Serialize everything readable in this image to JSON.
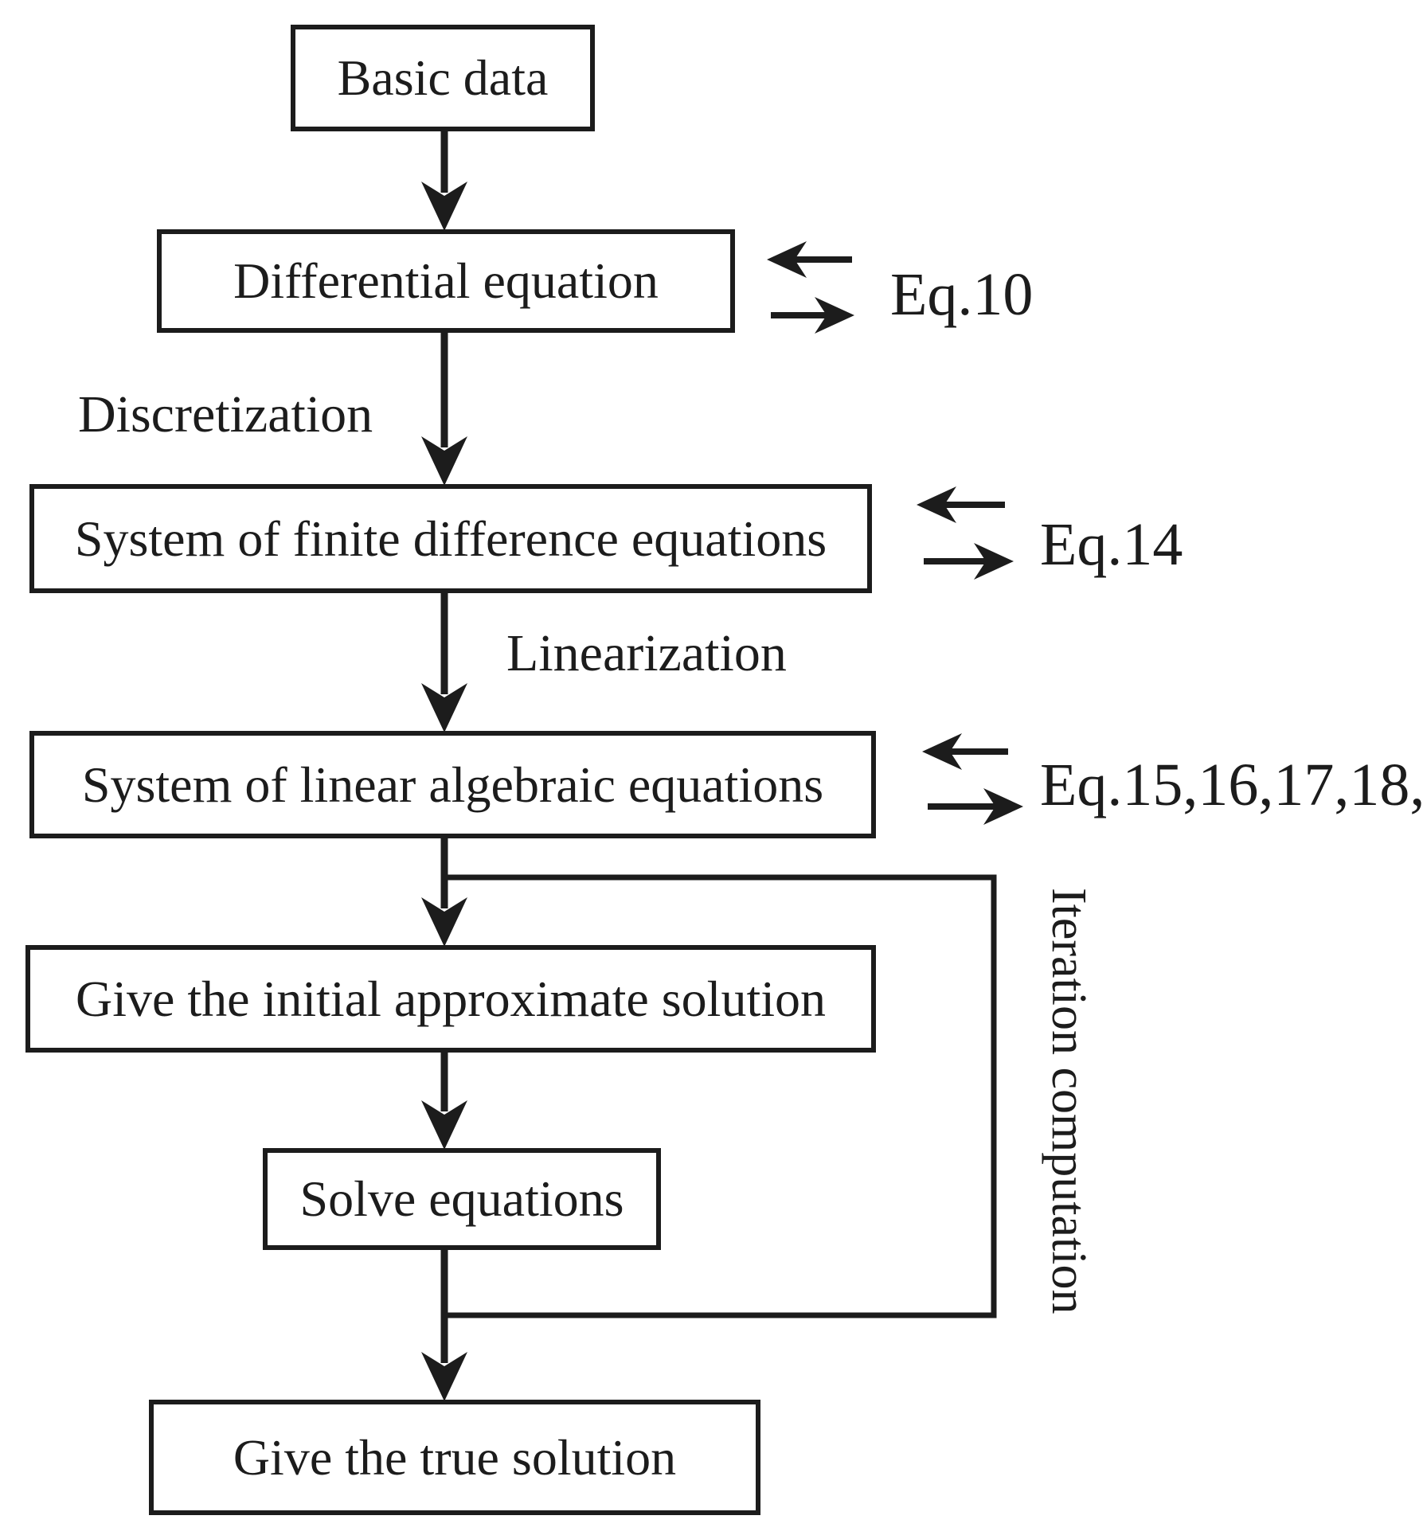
{
  "diagram": {
    "type": "flowchart",
    "background": "#ffffff",
    "ink_color": "#1c1c1c",
    "boxes": {
      "basic_data": "Basic data",
      "differential_equation": "Differential equation",
      "finite_difference": "System of finite difference equations",
      "linear_algebraic": "System of linear algebraic equations",
      "initial_solution": "Give the initial approximate solution",
      "solve_equations": "Solve equations",
      "true_solution": "Give the true solution"
    },
    "edge_labels": {
      "discretization": "Discretization",
      "linearization": "Linearization",
      "iteration": "Iteration computation"
    },
    "equation_labels": {
      "eq10": "Eq.10",
      "eq14": "Eq.14",
      "eq15": "Eq.15,16,17,18,"
    },
    "flow_order": [
      "Basic data",
      "Differential equation",
      "System of finite difference equations",
      "System of linear algebraic equations",
      "Give the initial approximate solution",
      "Solve equations",
      "Give the true solution"
    ]
  }
}
